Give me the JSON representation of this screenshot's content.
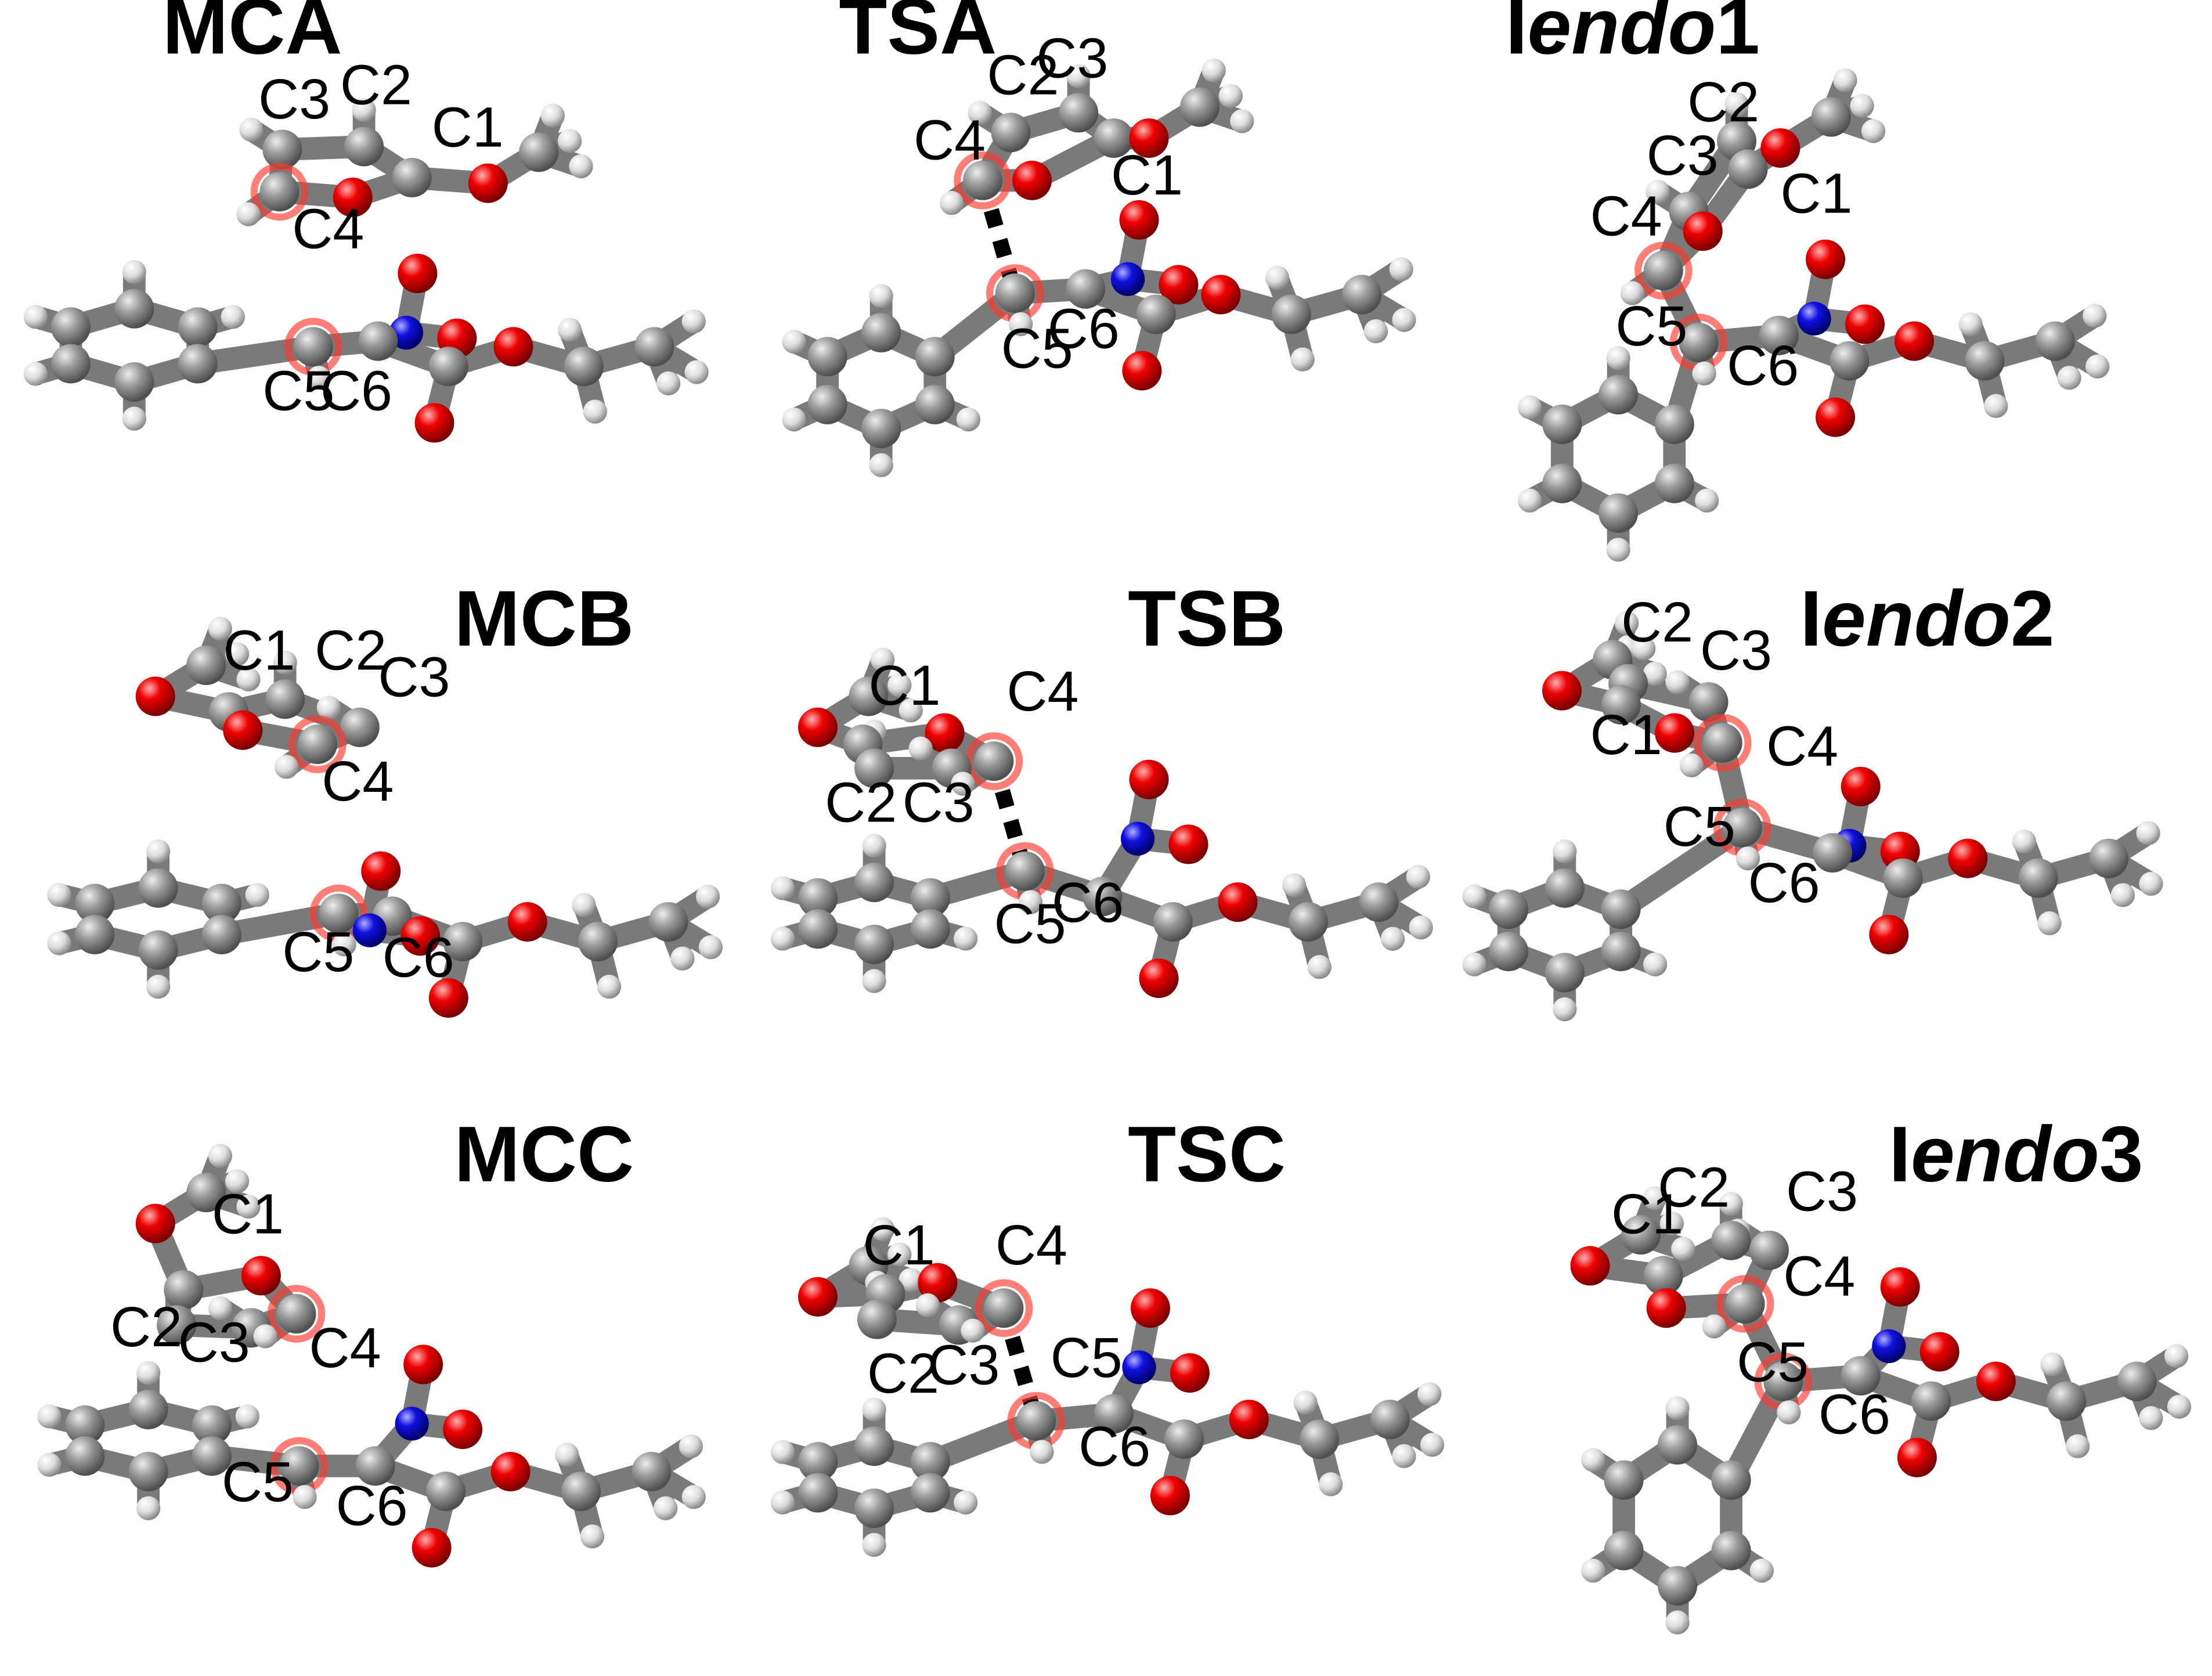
{
  "panels": [
    {
      "title": "MCA",
      "labels": [
        "C3",
        "C2",
        "C1",
        "C4",
        "C5",
        "C6"
      ]
    },
    {
      "title": "TSA",
      "labels": [
        "C2",
        "C3",
        "C4",
        "C1",
        "C5",
        "C6"
      ]
    },
    {
      "title_prefix": "I",
      "title_italic": "endo",
      "title_suffix": "1",
      "labels": [
        "C2",
        "C3",
        "C1",
        "C4",
        "C5",
        "C6"
      ]
    },
    {
      "title": "MCB",
      "labels": [
        "C1",
        "C2",
        "C3",
        "C4",
        "C5",
        "C6"
      ]
    },
    {
      "title": "TSB",
      "labels": [
        "C1",
        "C4",
        "C2",
        "C3",
        "C5",
        "C6"
      ]
    },
    {
      "title_prefix": "I",
      "title_italic": "endo",
      "title_suffix": "2",
      "labels": [
        "C2",
        "C3",
        "C1",
        "C4",
        "C5",
        "C6"
      ]
    },
    {
      "title": "MCC",
      "labels": [
        "C1",
        "C2",
        "C3",
        "C4",
        "C5",
        "C6"
      ]
    },
    {
      "title": "TSC",
      "labels": [
        "C1",
        "C4",
        "C2",
        "C3",
        "C5",
        "C6"
      ]
    },
    {
      "title_prefix": "I",
      "title_italic": "endo",
      "title_suffix": "3",
      "labels": [
        "C2",
        "C3",
        "C1",
        "C4",
        "C5",
        "C6"
      ]
    }
  ],
  "colors": {
    "carbon": "#8c8c8c",
    "hydrogen": "#e6e6e6",
    "oxygen": "#e00000",
    "nitrogen": "#1010d8",
    "bond": "#7a7a7a",
    "ts_bond": "#000000",
    "highlight": "#ff3b30"
  }
}
